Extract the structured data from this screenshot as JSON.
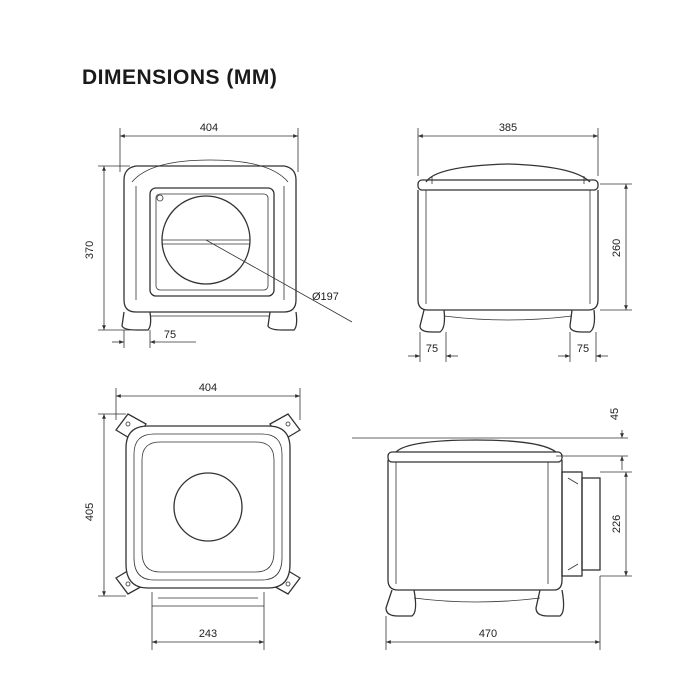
{
  "title": "DIMENSIONS (MM)",
  "views": {
    "front": {
      "width": "404",
      "height": "370",
      "foot": "75",
      "diameter": "Ø197"
    },
    "side": {
      "width": "385",
      "height": "260",
      "foot_left": "75",
      "foot_right": "75"
    },
    "top": {
      "width": "404",
      "height": "405",
      "bottom": "243"
    },
    "side2": {
      "offset": "45",
      "outlet": "226",
      "length": "470"
    }
  }
}
